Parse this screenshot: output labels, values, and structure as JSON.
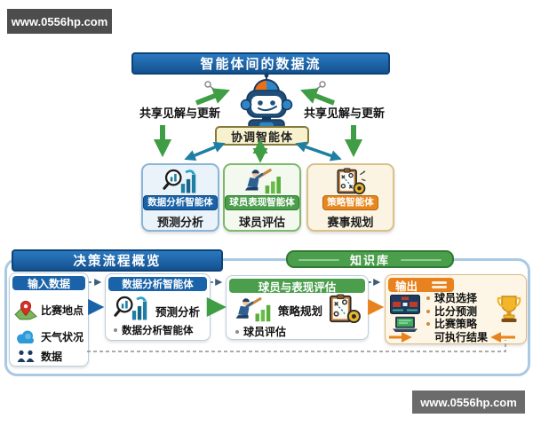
{
  "watermarks": {
    "top": "www.0556hp.com",
    "bottom": "www.0556hp.com"
  },
  "top_flow": {
    "title": "智能体间的数据流",
    "share_left_label": "共享见解与更新",
    "share_right_label": "共享见解与更新",
    "coordinator_label": "协调智能体",
    "agents": [
      {
        "badge": "数据分析智能体",
        "caption": "预测分析",
        "icon": "magnifier-bar-chart-icon",
        "accent": "#1a63a8"
      },
      {
        "badge": "球员表现智能体",
        "caption": "球员评估",
        "icon": "baseball-player-icon",
        "accent": "#4a9e4c"
      },
      {
        "badge": "策略智能体",
        "caption": "赛事规划",
        "icon": "strategy-clipboard-icon",
        "accent": "#e8871e"
      }
    ]
  },
  "bottom_flow": {
    "section_title": "决策流程概览",
    "knowledge_title": "知识库",
    "input_box": {
      "header": "输入数据",
      "items": [
        {
          "icon": "map-pin-icon",
          "label": "比赛地点"
        },
        {
          "icon": "cloud-icon",
          "label": "天气状况"
        },
        {
          "icon": "people-icon",
          "label": "数据"
        }
      ]
    },
    "analysis_box": {
      "header": "数据分析智能体",
      "main_label": "预测分析",
      "bullet": "数据分析智能体",
      "icon": "magnifier-bar-chart-icon"
    },
    "evaluation_box": {
      "header": "球员与表现评估",
      "main_label": "策略规划",
      "bullet": "球员评估",
      "icons": [
        "baseball-player-icon",
        "strategy-clipboard-icon"
      ]
    },
    "output_box": {
      "header": "输出",
      "items": [
        "球员选择",
        "比分预测",
        "比赛策略",
        "可执行结果"
      ],
      "icons": [
        "scoreboard-icon",
        "laptop-icon",
        "trophy-icon"
      ]
    }
  },
  "colors": {
    "blue": "#1a63a8",
    "green": "#4a9e4c",
    "orange": "#e8821e",
    "teal": "#1f7fa3",
    "cream": "#fdf6e6",
    "tan_border": "#d9c08b",
    "container_border": "#a9c9e4"
  }
}
